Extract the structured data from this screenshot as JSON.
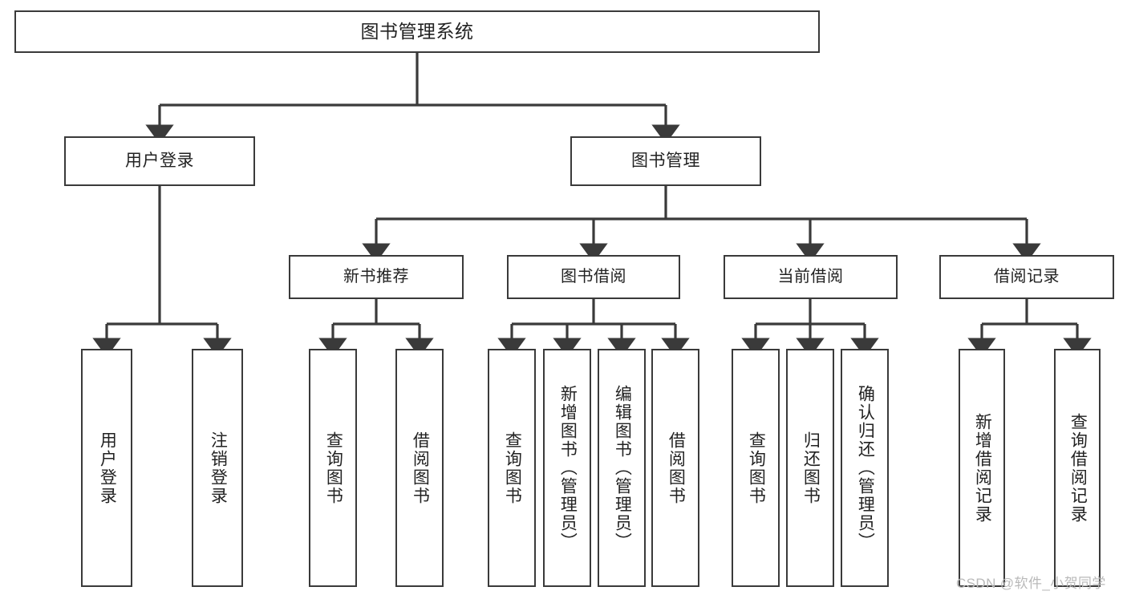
{
  "diagram": {
    "type": "tree-hierarchy",
    "title": "图书管理系统",
    "orientation": "top-down",
    "colors": {
      "box_border": "#3a3a3a",
      "box_fill": "#ffffff",
      "edge": "#3a3a3a",
      "text": "#222222",
      "background": "#ffffff",
      "watermark": "#b9b9b9"
    },
    "nodes": {
      "root": {
        "label": "图书管理系统"
      },
      "level2": [
        {
          "id": "user-login",
          "label": "用户登录"
        },
        {
          "id": "book-management",
          "label": "图书管理"
        }
      ],
      "level3": [
        {
          "id": "new-book-recommend",
          "label": "新书推荐",
          "parent": "book-management"
        },
        {
          "id": "book-borrow",
          "label": "图书借阅",
          "parent": "book-management"
        },
        {
          "id": "current-borrow",
          "label": "当前借阅",
          "parent": "book-management"
        },
        {
          "id": "borrow-record",
          "label": "借阅记录",
          "parent": "book-management"
        }
      ],
      "leaves": [
        {
          "id": "leaf-user-login",
          "label": "用户登录",
          "parent": "user-login"
        },
        {
          "id": "leaf-logout",
          "label": "注销登录",
          "parent": "user-login"
        },
        {
          "id": "leaf-query-book-1",
          "label": "查询图书",
          "parent": "new-book-recommend"
        },
        {
          "id": "leaf-borrow-book-1",
          "label": "借阅图书",
          "parent": "new-book-recommend"
        },
        {
          "id": "leaf-query-book-2",
          "label": "查询图书",
          "parent": "book-borrow"
        },
        {
          "id": "leaf-add-book",
          "label": "新增图书（管理员）",
          "parent": "book-borrow"
        },
        {
          "id": "leaf-edit-book",
          "label": "编辑图书（管理员）",
          "parent": "book-borrow"
        },
        {
          "id": "leaf-borrow-book-2",
          "label": "借阅图书",
          "parent": "book-borrow"
        },
        {
          "id": "leaf-query-book-3",
          "label": "查询图书",
          "parent": "current-borrow"
        },
        {
          "id": "leaf-return-book",
          "label": "归还图书",
          "parent": "current-borrow"
        },
        {
          "id": "leaf-confirm-return",
          "label": "确认归还（管理员）",
          "parent": "current-borrow"
        },
        {
          "id": "leaf-add-record",
          "label": "新增借阅记录",
          "parent": "borrow-record"
        },
        {
          "id": "leaf-query-record",
          "label": "查询借阅记录",
          "parent": "borrow-record"
        }
      ]
    },
    "watermark": "CSDN @软件_小贺同学"
  }
}
